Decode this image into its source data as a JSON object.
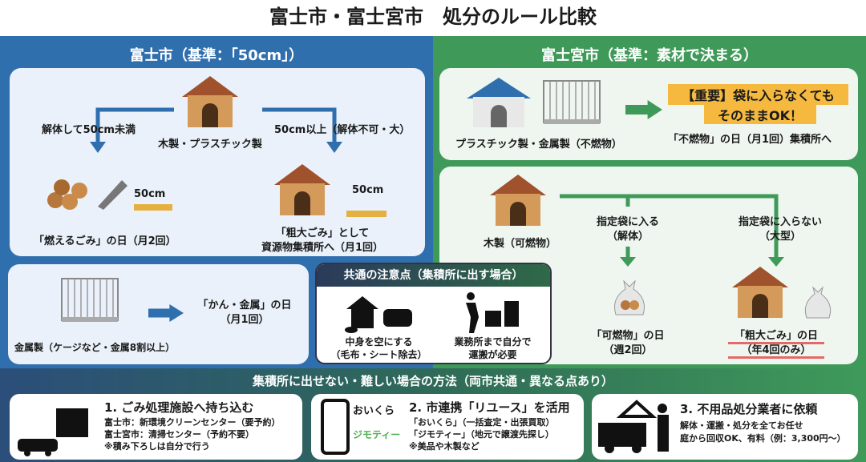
{
  "title": "富士市・富士宮市　処分のルール比較",
  "fuji": {
    "header": "富士市（基準：「50cm」）",
    "material": "木製・プラスチック製",
    "left_branch": "解体して50cm未満",
    "right_branch": "50cm以上（解体不可・大）",
    "size_label": "50cm",
    "burnable": "「燃えるごみ」の日（月2回）",
    "oversize_1": "「粗大ごみ」として",
    "oversize_2": "資源物集積所へ（月1回）",
    "metal_label": "金属製（ケージなど・金属8割以上）",
    "metal_day": "「かん・金属」の日",
    "metal_freq": "（月1回）"
  },
  "common": {
    "header": "共通の注意点（集積所に出す場合）",
    "item1_1": "中身を空にする",
    "item1_2": "（毛布・シート除去）",
    "item2_1": "業務所まで自分で",
    "item2_2": "運搬が必要"
  },
  "fujinomiya": {
    "header": "富士宮市（基準：素材で決まる）",
    "plastic_metal": "プラスチック製・金属製（不燃物）",
    "important_1": "【重要】袋に入らなくても",
    "important_2": "そのままOK！",
    "nonburn": "「不燃物」の日（月1回）集積所へ",
    "wood": "木製（可燃物）",
    "fit_1": "指定袋に入る",
    "fit_2": "（解体）",
    "nofit_1": "指定袋に入らない",
    "nofit_2": "（大型）",
    "burn_day": "「可燃物」の日",
    "burn_freq": "（週2回）",
    "oversize_day": "「粗大ごみ」の日",
    "oversize_freq": "（年4回のみ）"
  },
  "bottom": {
    "header": "集積所に出せない・難しい場合の方法（両市共通・異なる点あり）",
    "m1": {
      "title": "1. ごみ処理施設へ持ち込む",
      "l1": "富士市：新環境クリーンセンター（要予約）",
      "l2": "富士宮市：清掃センター（予約不要）",
      "l3": "※積み下ろしは自分で行う"
    },
    "m2": {
      "title": "2. 市連携「リユース」を活用",
      "logo1": "おいくら",
      "logo2": "ジモティー",
      "l1": "「おいくら」（一括査定・出張買取）",
      "l2": "「ジモティー」（地元で譲渡先探し）",
      "l3": "※美品や木製など"
    },
    "m3": {
      "title": "3. 不用品処分業者に依頼",
      "l1": "解体・運搬・処分を全てお任せ",
      "l2": "庭から回収OK、有料（例：3,300円～）"
    }
  },
  "colors": {
    "blue": "#2f6fae",
    "green": "#3f9a5a",
    "orange": "#f5b93f"
  }
}
